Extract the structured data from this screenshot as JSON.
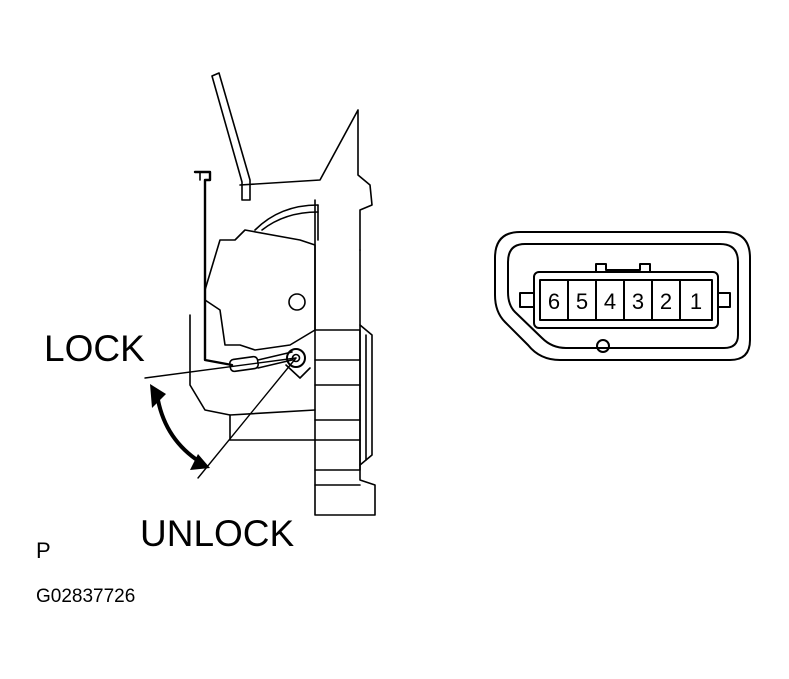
{
  "labels": {
    "lock": "LOCK",
    "unlock": "UNLOCK",
    "position": "P",
    "figure_code": "G02837726"
  },
  "connector": {
    "pins": [
      "6",
      "5",
      "4",
      "3",
      "2",
      "1"
    ]
  },
  "colors": {
    "line": "#000000",
    "background": "#ffffff"
  }
}
